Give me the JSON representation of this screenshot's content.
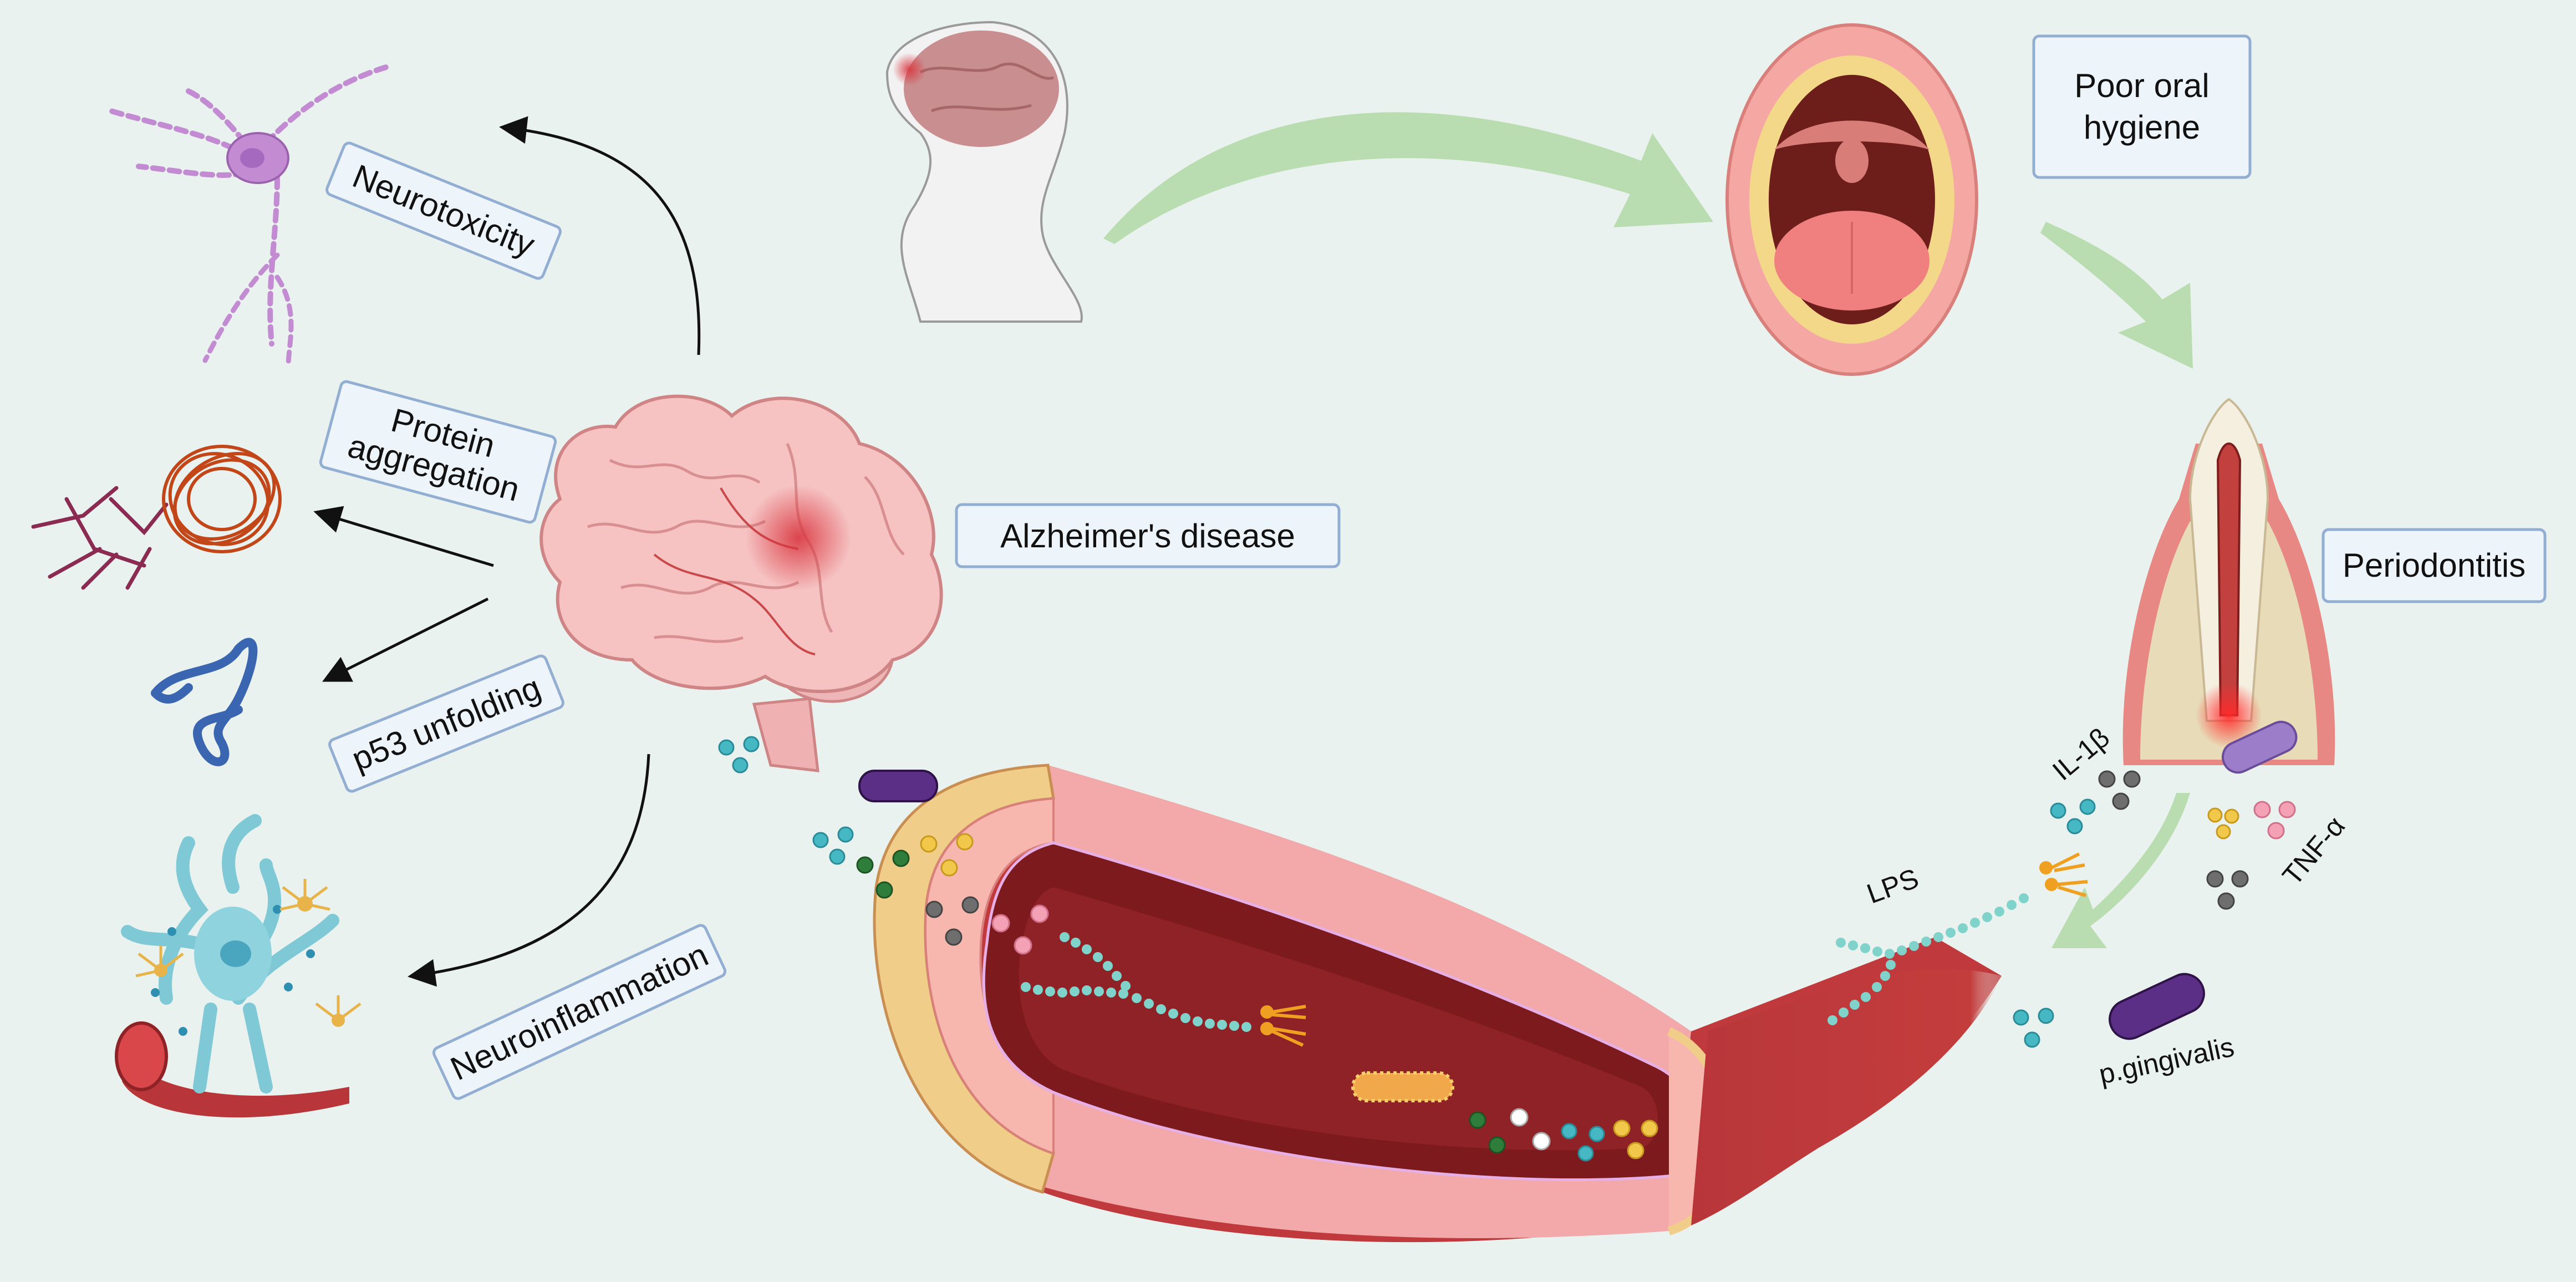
{
  "labels": {
    "neurotoxicity": "Neurotoxicity",
    "protein_line1": "Protein",
    "protein_line2": "aggregation",
    "p53": "p53 unfolding",
    "neuroinflammation": "Neuroinflammation",
    "alzheimers": "Alzheimer's disease",
    "oral_line1": "Poor oral",
    "oral_line2": "hygiene",
    "periodontitis": "Periodontitis",
    "il1b": "IL-1β",
    "tnfa": "TNF-α",
    "lps": "LPS",
    "pging": "p.gingivalis"
  },
  "colors": {
    "background": "#e9f2ee",
    "label_box_fill": "#eef5fa",
    "label_box_border": "#93aed3",
    "flow_arrow_green": "#b9ddb0",
    "vessel_red": "#c13b3b",
    "vessel_wall_pink": "#f3a9a9",
    "bacteria_purple": "#5b2f86",
    "neuron_purple": "#c28bd2",
    "brain_pink": "#f6c2c2"
  },
  "icons": [
    "neuron-icon",
    "fibril-tangle-icon",
    "protein-strand-icon",
    "astrocyte-vessel-icon",
    "brain-icon",
    "head-profile-icon",
    "open-mouth-icon",
    "tooth-icon",
    "blood-vessel-icon",
    "bacterium-icon",
    "lps-chain-icon",
    "cytokine-dots-icon"
  ]
}
